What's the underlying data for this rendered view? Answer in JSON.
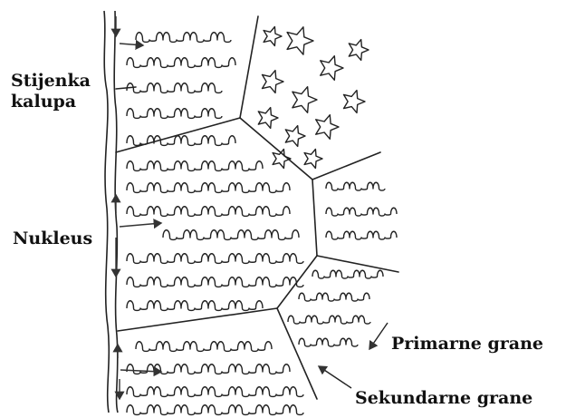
{
  "labels": {
    "mould_wall_line1": "Stijenka",
    "mould_wall_line2": "kalupa",
    "nucleus": "Nukleus",
    "primary_branches": "Primarne grane",
    "secondary_branches": "Sekundarne grane"
  },
  "colors": {
    "line": "#222222",
    "arrow": "#333333",
    "background": "#ffffff"
  }
}
